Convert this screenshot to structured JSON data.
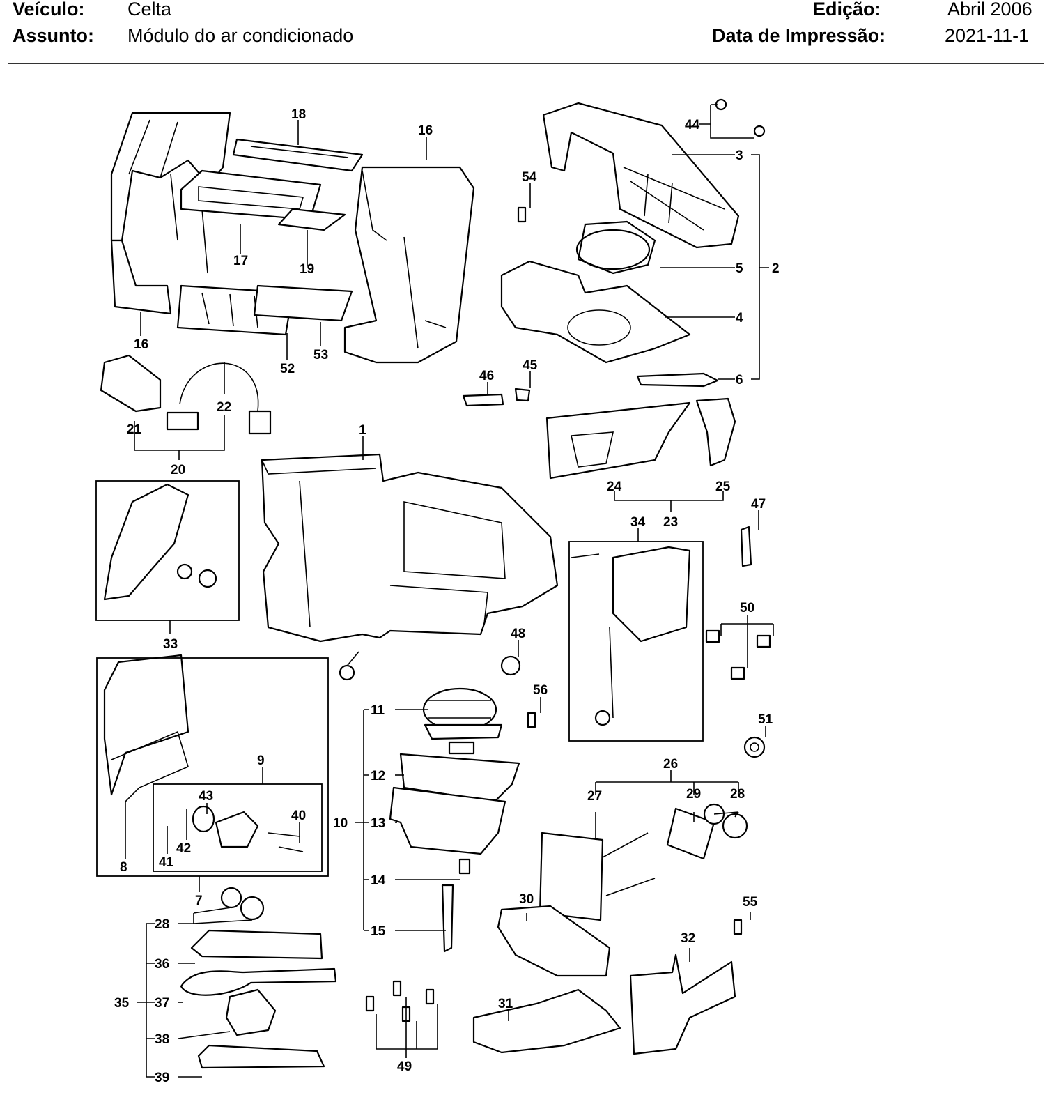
{
  "header": {
    "vehicle_label": "Veículo:",
    "vehicle_value": "Celta",
    "subject_label": "Assunto:",
    "subject_value": "Módulo do ar condicionado",
    "edition_label": "Edição:",
    "edition_value": "Abril 2006",
    "print_date_label": "Data de Impressão:",
    "print_date_value": "2021-11-1"
  },
  "diagram": {
    "callouts": [
      "1",
      "2",
      "3",
      "4",
      "5",
      "6",
      "7",
      "8",
      "9",
      "10",
      "11",
      "12",
      "13",
      "14",
      "15",
      "16",
      "16",
      "17",
      "18",
      "19",
      "20",
      "21",
      "22",
      "23",
      "24",
      "25",
      "26",
      "27",
      "28",
      "28",
      "29",
      "30",
      "31",
      "32",
      "33",
      "34",
      "35",
      "36",
      "37",
      "38",
      "39",
      "40",
      "41",
      "42",
      "43",
      "44",
      "45",
      "46",
      "47",
      "48",
      "49",
      "50",
      "51",
      "52",
      "53",
      "54",
      "55",
      "56"
    ]
  }
}
